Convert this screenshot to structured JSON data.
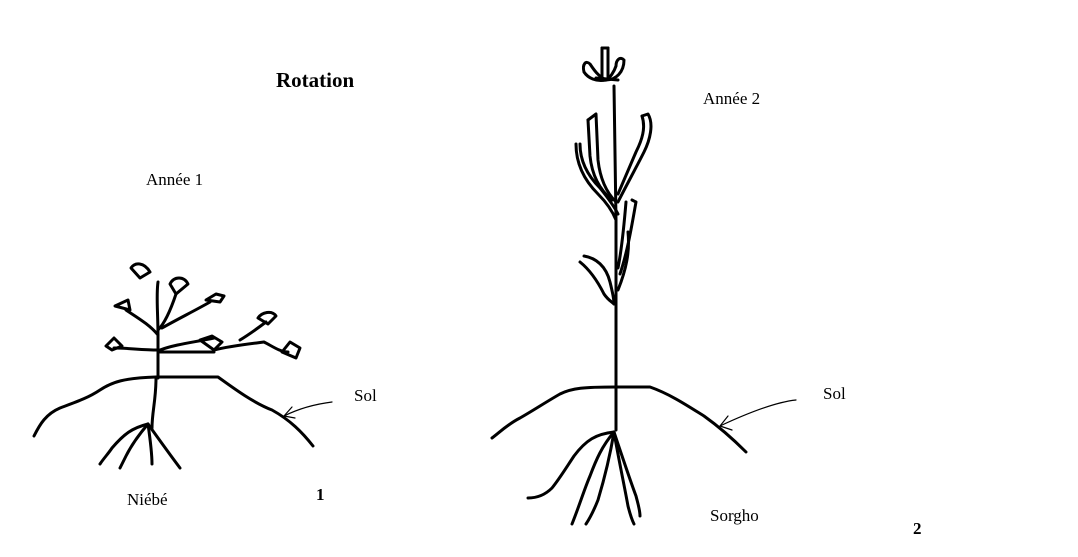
{
  "title": "Rotation",
  "panels": [
    {
      "number": "1",
      "year": "Année 1",
      "crop": "Niébé",
      "soil": "Sol"
    },
    {
      "number": "2",
      "year": "Année 2",
      "crop": "Sorgho",
      "soil": "Sol"
    }
  ],
  "colors": {
    "ink": "#000000",
    "background": "#ffffff"
  }
}
